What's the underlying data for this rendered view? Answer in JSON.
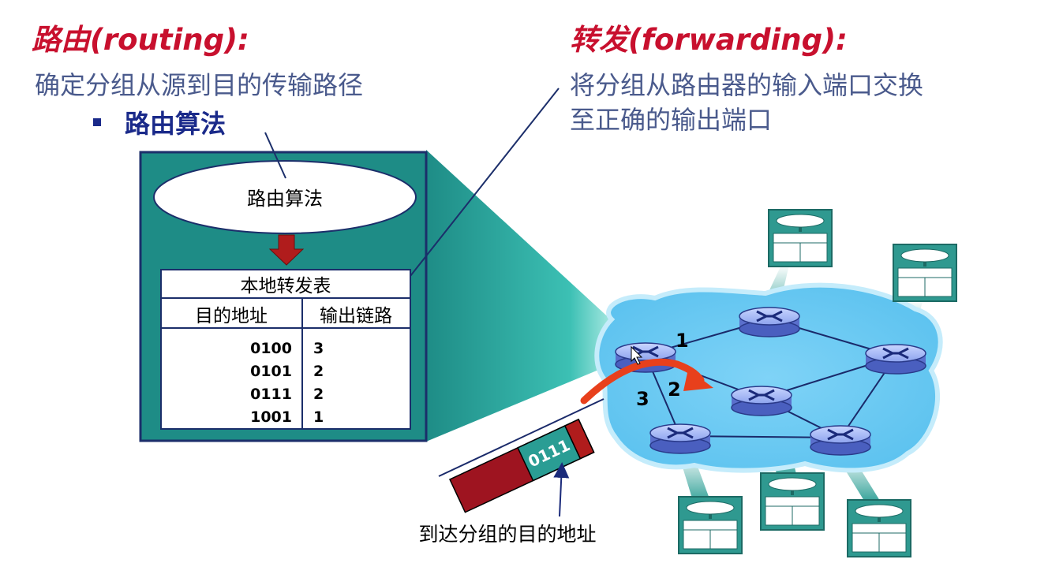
{
  "routing": {
    "heading": "路由(routing):",
    "description": "确定分组从源到目的传输路径",
    "bullet": "路由算法"
  },
  "forwarding": {
    "heading": "转发(forwarding):",
    "description_lines": [
      "将分组从路由器的输入端口交换",
      "至正确的输出端口"
    ]
  },
  "router_box": {
    "algorithm_label": "路由算法",
    "table_title": "本地转发表",
    "col_dest": "目的地址",
    "col_link": "输出链路",
    "rows": [
      {
        "dest": "0100",
        "link": "3"
      },
      {
        "dest": "0101",
        "link": "2"
      },
      {
        "dest": "0111",
        "link": "2"
      },
      {
        "dest": "1001",
        "link": "1"
      }
    ]
  },
  "packet": {
    "header": "0111",
    "caption": "到达分组的目的地址"
  },
  "network": {
    "link_labels": [
      "1",
      "2",
      "3"
    ]
  },
  "colors": {
    "heading_red": "#c8102e",
    "desc_blue": "#4a5a8c",
    "bullet_navy": "#1a2a8a",
    "box_teal": "#1e8c86",
    "cloud_blue": "#7fd0f5",
    "arrow_orange": "#e8401c",
    "packet_red": "#9e1420",
    "packet_teal": "#2a9d94"
  }
}
